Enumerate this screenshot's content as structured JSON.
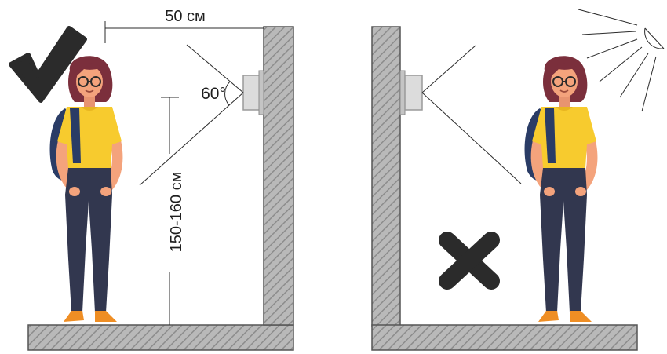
{
  "labels": {
    "horizontal_distance": "50 см",
    "viewing_angle": "60°",
    "mount_height": "150-160 см"
  },
  "colors": {
    "wall_fill": "#b9b9b9",
    "hatch_line": "#8c8c8c",
    "wall_outline": "#555555",
    "device_fill": "#dcdcdc",
    "shirt": "#f7cb2e",
    "jeans": "#32374f",
    "hair": "#7b2f3c",
    "backpack": "#2a3c66",
    "skin": "#f4a37c",
    "shoes": "#ef8e24",
    "mark_color": "#2b2b2b"
  },
  "icons": {
    "correct": "checkmark-icon",
    "incorrect": "cross-icon",
    "light_source": "sun-rays-icon"
  }
}
